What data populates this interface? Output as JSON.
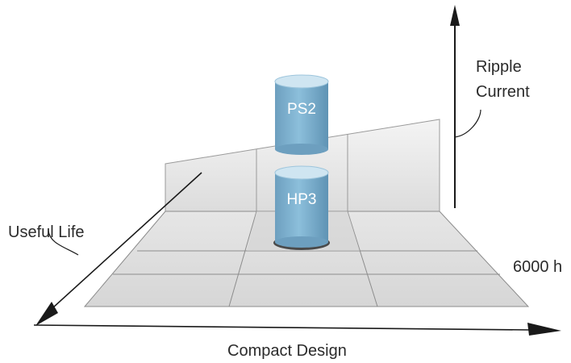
{
  "diagram": {
    "labels": {
      "ripple_current_line1": "Ripple",
      "ripple_current_line2": "Current",
      "useful_life": "Useful Life",
      "compact_design": "Compact Design",
      "useful_life_value": "6000 h"
    },
    "cylinders": [
      {
        "name": "PS2"
      },
      {
        "name": "HP3"
      }
    ],
    "colors": {
      "cylinder_fill": "#7fb1cf",
      "cylinder_top": "#bfdcec",
      "floor": "#dedede",
      "wall": "#e9e9e9",
      "axis": "#1a1a1a"
    }
  }
}
